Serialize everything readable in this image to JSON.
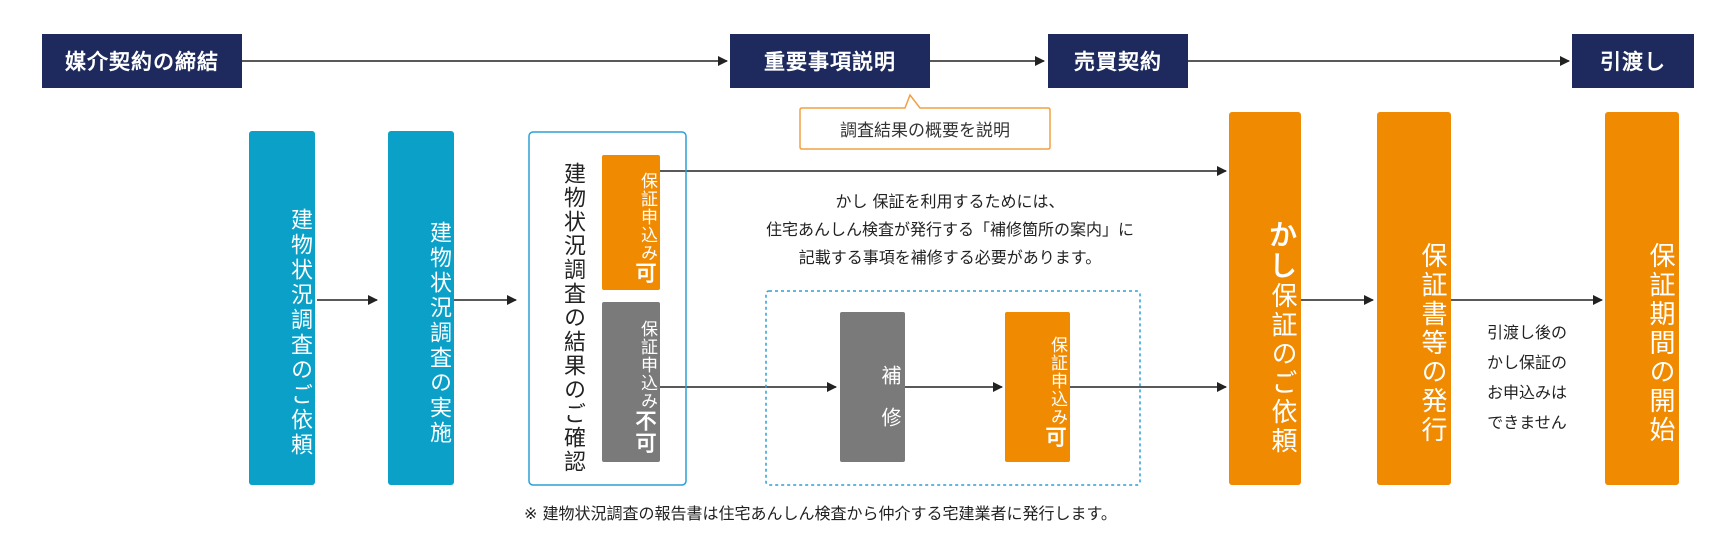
{
  "steps_top": {
    "s1": "媒介契約の締結",
    "s2": "重要事項説明",
    "s3": "売買契約",
    "s4": "引渡し"
  },
  "callout": "調査結果の概要を説明",
  "boxes": {
    "request": "建物状況調査のご依頼",
    "implement": "建物状況調査の実施",
    "confirm": "建物状況調査の結果のご確認",
    "warranty_request_big": "かし",
    "warranty_request_rest": "保証のご依頼",
    "issue": "保証書等の発行",
    "period": "保証期間の開始"
  },
  "apply": {
    "ok_prefix": "保証申込み",
    "ok_suffix": "可",
    "ng_prefix": "保証申込み",
    "ng_suffix": "不可",
    "repair": "補修",
    "ok2_prefix": "保証申込み",
    "ok2_suffix": "可"
  },
  "notes": {
    "center_1": "かし 保証を利用するためには、",
    "center_2": "住宅あんしん検査が発行する「補修箇所の案内」に",
    "center_3": "記載する事項を補修する必要があります。",
    "right_1": "引渡し後の",
    "right_2": "かし保証の",
    "right_3": "お申込みは",
    "right_4": "できません",
    "footnote": "※ 建物状況調査の報告書は住宅あんしん検査から仲介する宅建業者に発行します。"
  },
  "colors": {
    "navy": "#1e2a5e",
    "teal": "#0aa0c8",
    "orange": "#f08a00",
    "gray": "#7a7a7a"
  }
}
